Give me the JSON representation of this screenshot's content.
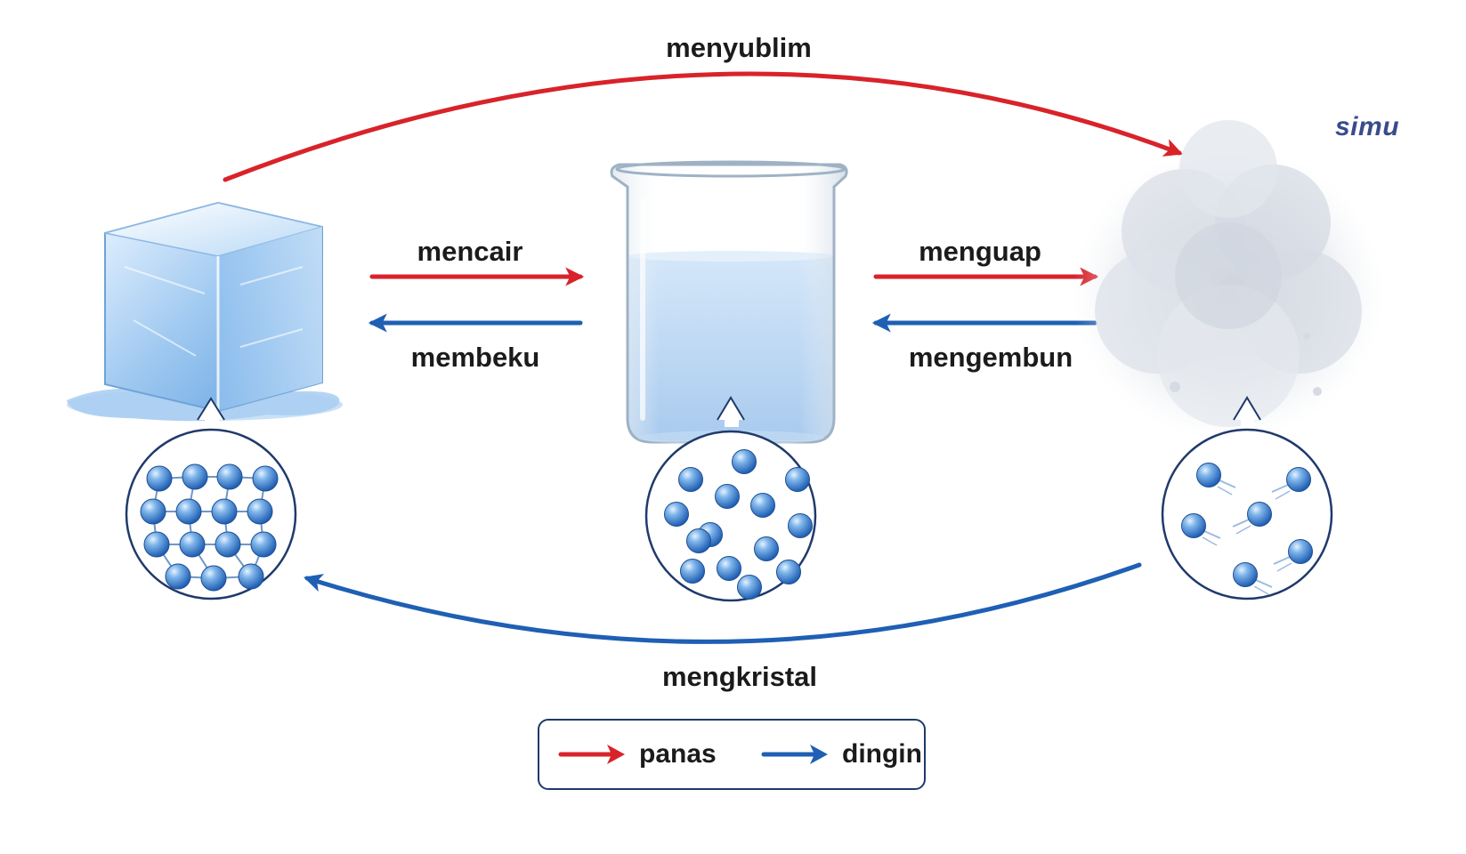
{
  "labels": {
    "sublimation": "menyublim",
    "melting": "mencair",
    "freezing": "membeku",
    "evaporation": "menguap",
    "condensation": "mengembun",
    "deposition": "mengkristal"
  },
  "legend": {
    "hot": "panas",
    "cold": "dingin"
  },
  "logo": "simu",
  "colors": {
    "hot": "#d8232a",
    "cold": "#1f5fb4",
    "particle": "#4a8fd6",
    "outline": "#1f3a6b"
  }
}
